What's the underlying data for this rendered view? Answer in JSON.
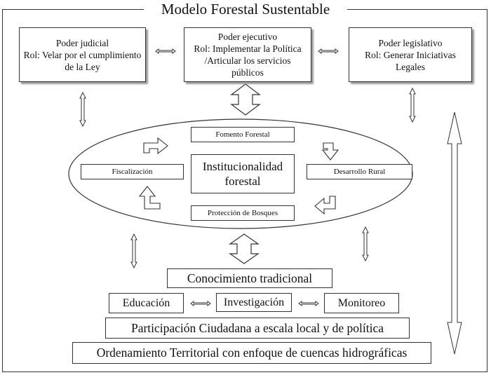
{
  "title": "Modelo Forestal Sustentable",
  "powers": {
    "judicial": {
      "name": "Poder judicial",
      "role": "Rol: Velar por el cumplimiento de la Ley"
    },
    "ejecutivo": {
      "name": "Poder ejecutivo",
      "role": "Rol: Implementar la Política /Articular los servicios públicos"
    },
    "legislativo": {
      "name": "Poder legislativo",
      "role": "Rol: Generar Iniciativas Legales"
    }
  },
  "institutional": {
    "center": "Institucionalidad forestal",
    "fomento": "Fomento Forestal",
    "fiscalizacion": "Fiscalización",
    "desarrollo": "Desarrollo Rural",
    "proteccion": "Protección de Bosques"
  },
  "base": {
    "conocimiento": "Conocimiento tradicional",
    "educacion": "Educación",
    "investigacion": "Investigación",
    "monitoreo": "Monitoreo",
    "participacion": "Participación Ciudadana a escala local y de política",
    "ordenamiento": "Ordenamiento Territorial con enfoque de cuencas hidrográficas"
  }
}
